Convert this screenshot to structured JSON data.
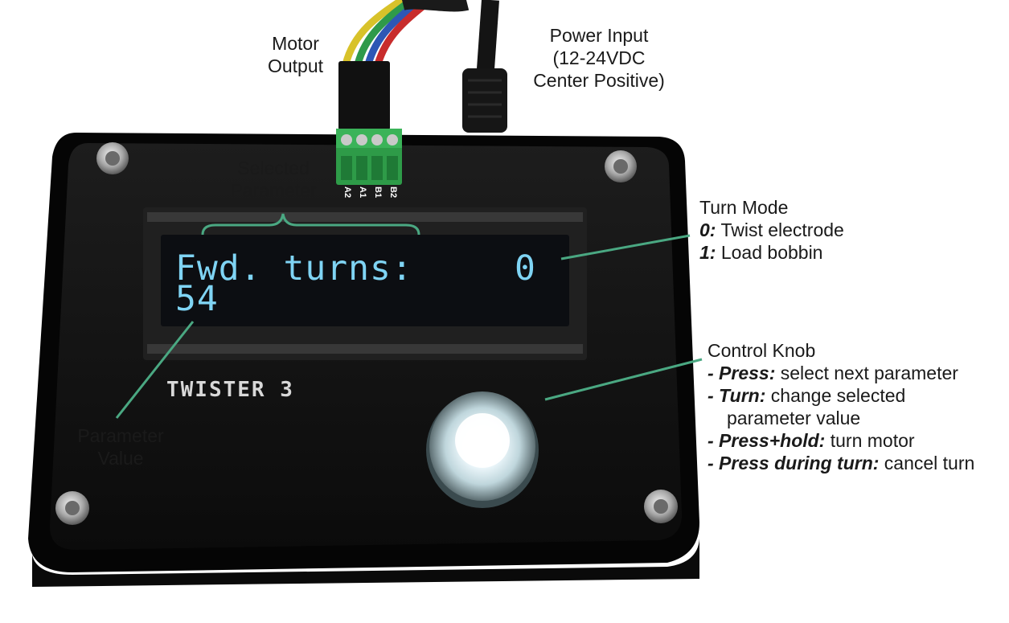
{
  "device": {
    "brand": "TWISTER 3",
    "lcd": {
      "line1_label": "Fwd. turns:",
      "line1_value": "0",
      "line2_value": "54"
    },
    "terminal_pins": [
      "A2",
      "A1",
      "B1",
      "B2"
    ]
  },
  "labels": {
    "motor_output": [
      "Motor",
      "Output"
    ],
    "power_input": [
      "Power Input",
      "(12-24VDC",
      "Center Positive)"
    ],
    "selected_parameter": [
      "Selected",
      "Parameter"
    ],
    "parameter_value": [
      "Parameter",
      "Value"
    ],
    "turn_mode": {
      "title": "Turn Mode",
      "items": [
        {
          "key": "0:",
          "text": "Twist electrode"
        },
        {
          "key": "1:",
          "text": "Load bobbin"
        }
      ]
    },
    "control_knob": {
      "title": "Control Knob",
      "items": [
        {
          "key": "- Press:",
          "text": "select next parameter"
        },
        {
          "key": "- Turn:",
          "text": "change selected"
        },
        {
          "key": "",
          "text": "parameter value"
        },
        {
          "key": "- Press+hold:",
          "text": "turn motor"
        },
        {
          "key": "- Press during turn:",
          "text": "cancel turn"
        }
      ]
    }
  },
  "colors": {
    "callout_line": "#4aa882",
    "lcd_text": "#7fd4f4",
    "enclosure": "#121212",
    "terminal_block": "#2e9b48"
  }
}
